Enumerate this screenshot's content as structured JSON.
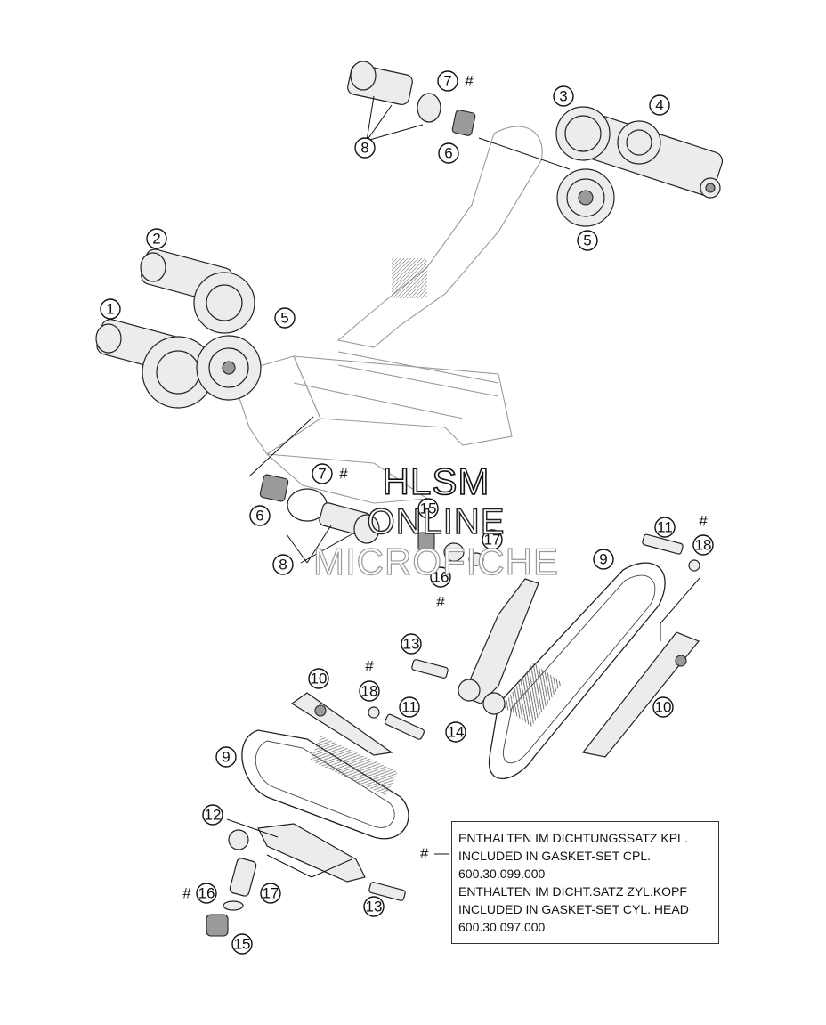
{
  "diagram": {
    "callouts": [
      {
        "id": "c1",
        "label": "1"
      },
      {
        "id": "c2",
        "label": "2"
      },
      {
        "id": "c3",
        "label": "3"
      },
      {
        "id": "c4",
        "label": "4"
      },
      {
        "id": "c5a",
        "label": "5"
      },
      {
        "id": "c5b",
        "label": "5"
      },
      {
        "id": "c6a",
        "label": "6"
      },
      {
        "id": "c6b",
        "label": "6"
      },
      {
        "id": "c7a",
        "label": "7"
      },
      {
        "id": "c7b",
        "label": "7"
      },
      {
        "id": "c8a",
        "label": "8"
      },
      {
        "id": "c8b",
        "label": "8"
      },
      {
        "id": "c9a",
        "label": "9"
      },
      {
        "id": "c9b",
        "label": "9"
      },
      {
        "id": "c10a",
        "label": "10"
      },
      {
        "id": "c10b",
        "label": "10"
      },
      {
        "id": "c11a",
        "label": "11"
      },
      {
        "id": "c11b",
        "label": "11"
      },
      {
        "id": "c12",
        "label": "12"
      },
      {
        "id": "c13a",
        "label": "13"
      },
      {
        "id": "c13b",
        "label": "13"
      },
      {
        "id": "c14",
        "label": "14"
      },
      {
        "id": "c15a",
        "label": "15"
      },
      {
        "id": "c15b",
        "label": "15"
      },
      {
        "id": "c16a",
        "label": "16"
      },
      {
        "id": "c16b",
        "label": "16"
      },
      {
        "id": "c17a",
        "label": "17"
      },
      {
        "id": "c17b",
        "label": "17"
      },
      {
        "id": "c18a",
        "label": "18"
      },
      {
        "id": "c18b",
        "label": "18"
      }
    ],
    "hash_symbol": "#"
  },
  "watermark": {
    "line1": "HLSM",
    "line2": "ONLINE",
    "line3": "MICROFICHE"
  },
  "legend": {
    "marker": "#",
    "lines": [
      "ENTHALTEN IM DICHTUNGSSATZ KPL.",
      "INCLUDED IN GASKET-SET CPL.",
      "600.30.099.000",
      "ENTHALTEN IM DICHT.SATZ ZYL.KOPF",
      "INCLUDED IN GASKET-SET CYL. HEAD",
      "600.30.097.000"
    ]
  },
  "colors": {
    "ink": "#111111",
    "background": "#ffffff",
    "ghost_lines": "#9a9a9a"
  }
}
